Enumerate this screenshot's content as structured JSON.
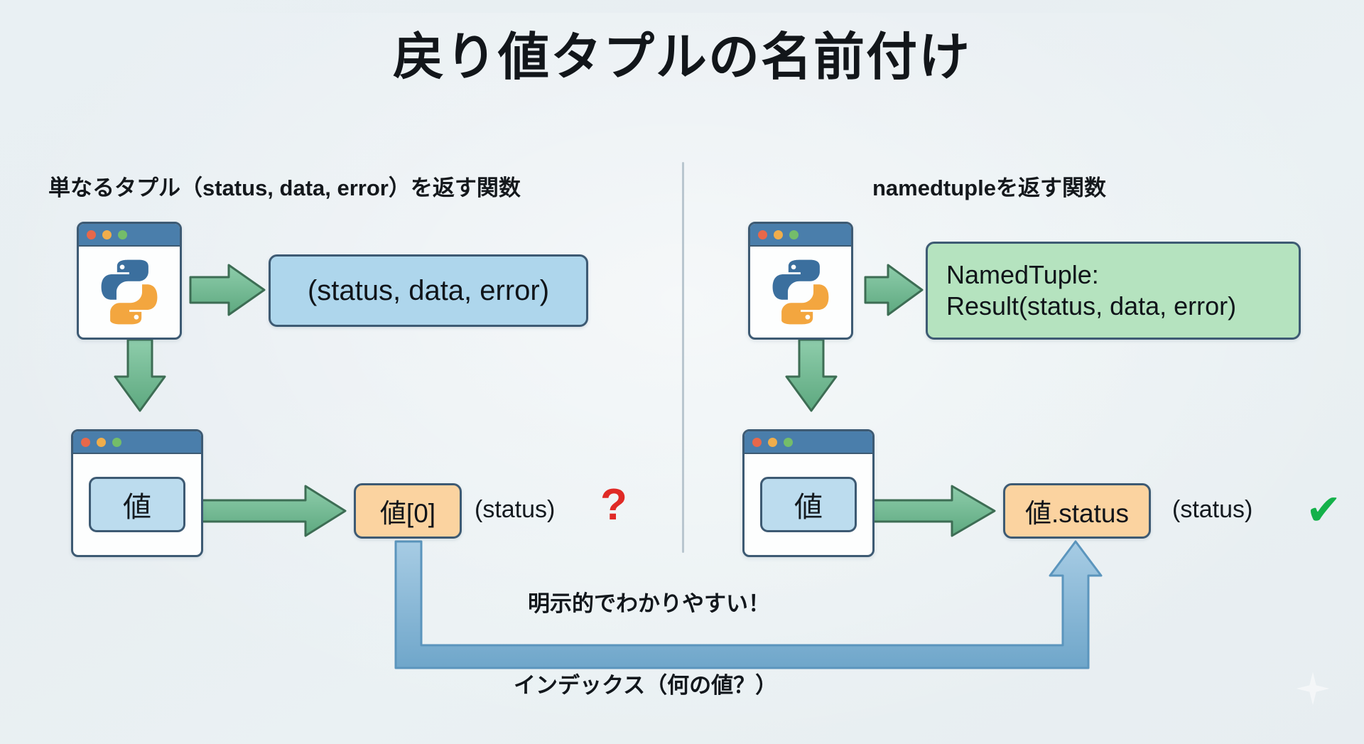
{
  "page": {
    "title": "戻り値タプルの名前付け",
    "background": "#e9f0f3"
  },
  "columns": {
    "left": {
      "heading": "単なるタプル（status, data, error）を返す関数",
      "function_window": {
        "icon": "python-logo-icon"
      },
      "result_box": {
        "text": "(status, data, error)",
        "color": "#aed6ec"
      },
      "value_window": {
        "value_label": "値"
      },
      "access_box": {
        "text": "値[0]",
        "color": "#fbd3a0"
      },
      "access_annotation": "(status)",
      "verdict_icon": "question-mark-icon",
      "verdict_color": "#e02a26"
    },
    "right": {
      "heading": "namedtupleを返す関数",
      "function_window": {
        "icon": "python-logo-icon"
      },
      "result_box": {
        "line1": "NamedTuple:",
        "line2": "Result(status, data, error)",
        "color": "#b5e3bf"
      },
      "value_window": {
        "value_label": "値"
      },
      "access_box": {
        "text": "値.status",
        "color": "#fbd3a0"
      },
      "access_annotation": "(status)",
      "verdict_icon": "check-mark-icon",
      "verdict_color": "#14b14a"
    }
  },
  "captions": {
    "explicit": "明示的でわかりやすい！",
    "index": "インデックス（何の値？）"
  },
  "colors": {
    "arrow_green": "#6fb58d",
    "arrow_blue": "#7fb3d5",
    "window_bar": "#4a7eab",
    "outline": "#3d5a73"
  }
}
